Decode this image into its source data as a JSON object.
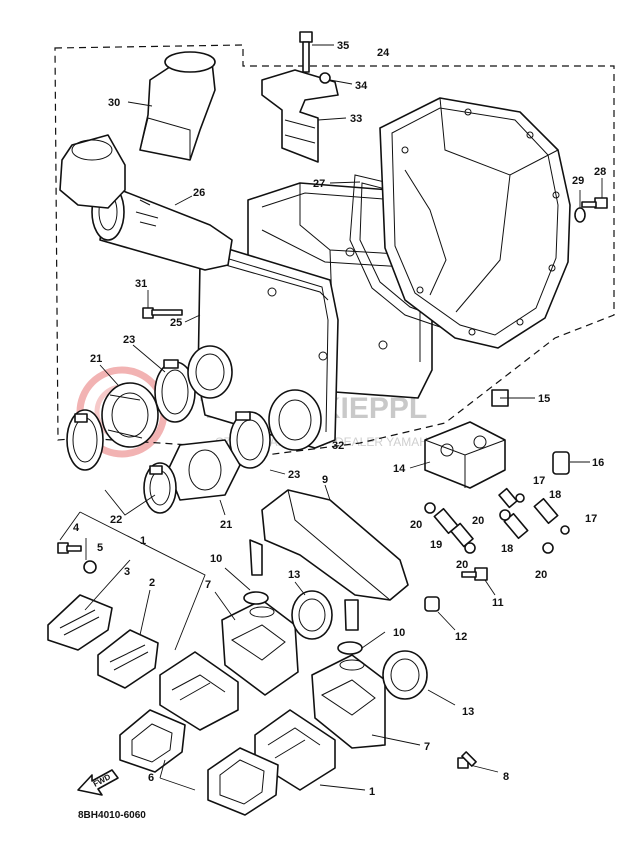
{
  "diagram_code": "8BH4010-6060",
  "watermark": {
    "main": "TAPANSKIEPPL",
    "sub": "CZĘŚCI ZAMIENNE · DEALER YAMAHA"
  },
  "forward_label": "FWD",
  "callouts": {
    "c35": "35",
    "c24": "24",
    "c34": "34",
    "c33": "33",
    "c30": "30",
    "c26": "26",
    "c27": "27",
    "c28": "28",
    "c29": "29",
    "c31": "31",
    "c25": "25",
    "c23a": "23",
    "c21a": "21",
    "c32": "32",
    "c15": "15",
    "c14": "14",
    "c16": "16",
    "c23b": "23",
    "c22": "22",
    "c21b": "21",
    "c9": "9",
    "c17a": "17",
    "c18a": "18",
    "c20a": "20",
    "c20b": "20",
    "c17b": "17",
    "c19": "19",
    "c18b": "18",
    "c20c": "20",
    "c20d": "20",
    "c4": "4",
    "c5": "5",
    "c1a": "1",
    "c3": "3",
    "c2": "2",
    "c10a": "10",
    "c7a": "7",
    "c13a": "13",
    "c11": "11",
    "c12": "12",
    "c10b": "10",
    "c13b": "13",
    "c7b": "7",
    "c8": "8",
    "c6": "6",
    "c1b": "1"
  }
}
